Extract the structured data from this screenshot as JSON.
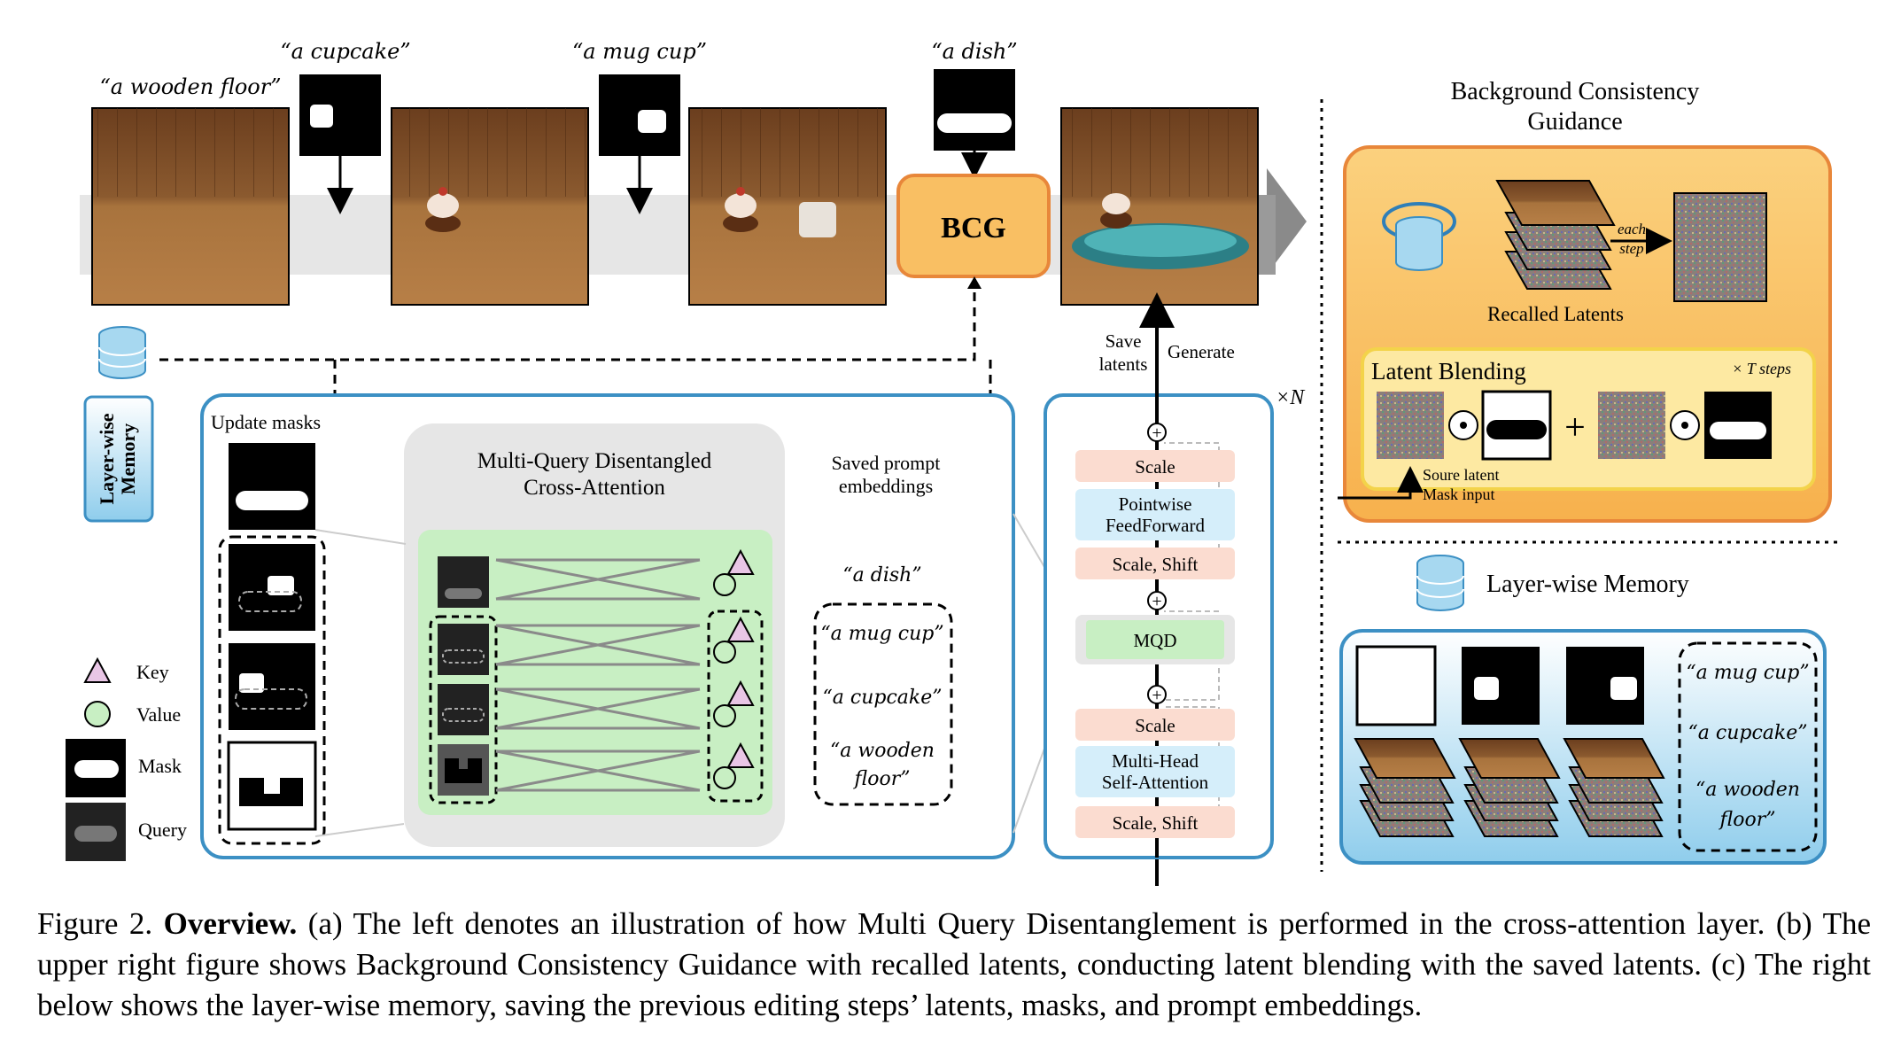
{
  "pipeline": {
    "prompts": [
      "“a wooden floor”",
      "“a cupcake”",
      "“a mug cup”",
      "“a dish”"
    ],
    "bcg_label": "BCG",
    "save_latents": [
      "Save",
      "latents"
    ],
    "generate": "Generate",
    "times_n": "×N"
  },
  "memory_icon_label": [
    "Layer-wise",
    "Memory"
  ],
  "mqd_panel": {
    "update_masks": "Update masks",
    "title_line1": "Multi-Query Disentangled",
    "title_line2": "Cross-Attention",
    "saved_prompt_title": [
      "Saved prompt",
      "embeddings"
    ],
    "prompts": [
      "“a dish”",
      "“a mug cup”",
      "“a cupcake”",
      "“a wooden",
      "floor”"
    ]
  },
  "legend": {
    "key": "Key",
    "value": "Value",
    "mask": "Mask",
    "query": "Query"
  },
  "transformer_block": {
    "layers": [
      "Scale",
      "Pointwise",
      "FeedForward",
      "Scale, Shift",
      "MQD",
      "Scale",
      "Multi-Head",
      "Self-Attention",
      "Scale, Shift"
    ]
  },
  "bcg_panel": {
    "title_line1": "Background Consistency",
    "title_line2": "Guidance",
    "each_step": [
      "each",
      "step"
    ],
    "recalled_latents": "Recalled Latents",
    "latent_blending": "Latent Blending",
    "t_steps": "× T steps",
    "source_latent": "Soure latent",
    "mask_input": "Mask input"
  },
  "memory_panel": {
    "title": "Layer-wise Memory",
    "prompts": [
      "“a mug cup”",
      "“a cupcake”",
      "“a wooden",
      "floor”"
    ]
  },
  "caption": {
    "prefix": "Figure 2. ",
    "bold": "Overview.",
    "body": " (a) The left denotes an illustration of how Multi Query Disentanglement is performed in the cross-attention layer. (b) The upper right figure shows Background Consistency Guidance with recalled latents, conducting latent blending with the saved latents. (c) The right below shows the layer-wise memory, saving the previous editing steps’ latents, masks, and prompt embeddings."
  },
  "colors": {
    "bcg_orange": "#f9bf63",
    "bcg_border": "#e8873a",
    "green_panel": "#c8efc3",
    "blue_border": "#3c90c4",
    "blue_fill": "#8fcdec",
    "pink_layer": "#fbdcd0",
    "blue_layer": "#d5eefa",
    "wood": "#8a5a30"
  }
}
